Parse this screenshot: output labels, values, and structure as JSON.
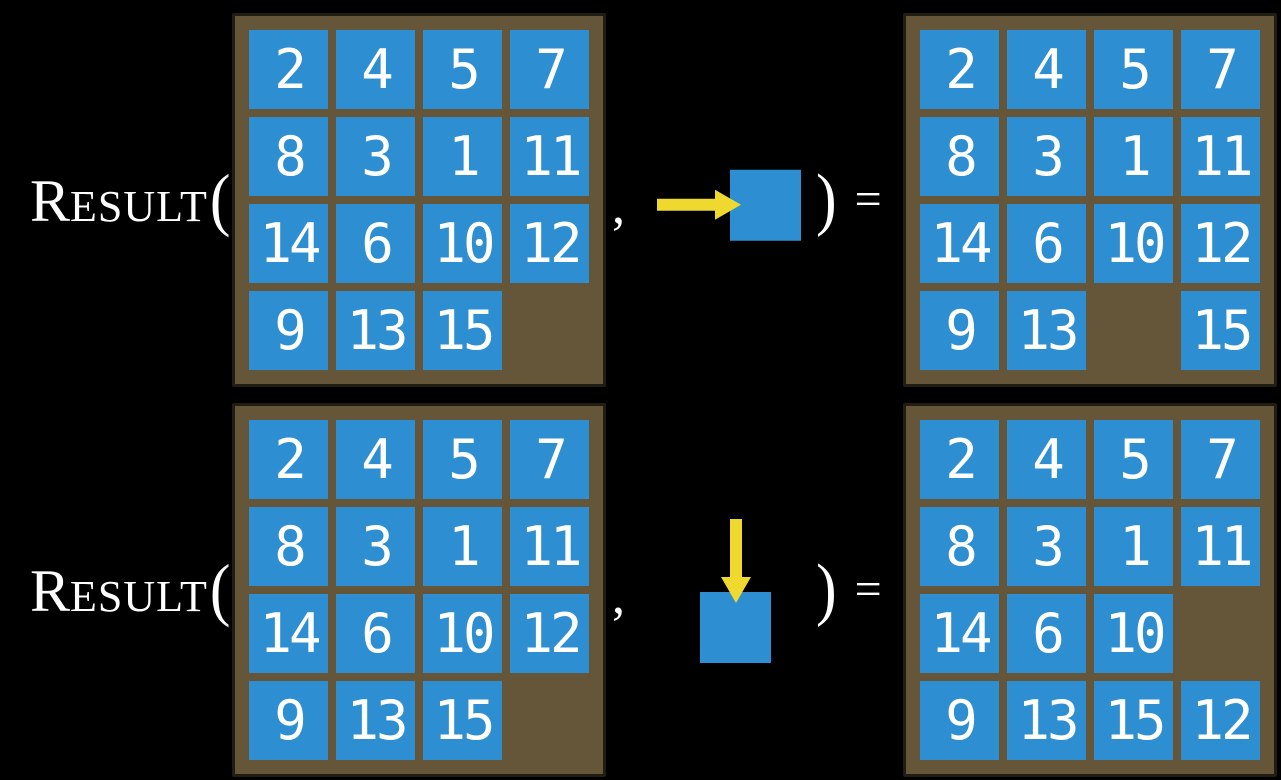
{
  "figure": {
    "description": "Two worked examples of the RESULT function applied to a 15-puzzle sliding-tile board",
    "board_rows": 4,
    "board_cols": 4
  },
  "colors": {
    "background": "#000000",
    "board": "#655639",
    "board_border": "#221d13",
    "tile": "#2d8ed2",
    "tile_text": "#ffffff",
    "arrow": "#f0d92e",
    "text": "#ffffff"
  },
  "function": {
    "name_cap": "R",
    "name_small_caps": "ESULT",
    "open_paren": "(",
    "comma": ",",
    "close_paren": ")",
    "equals": "="
  },
  "examples": [
    {
      "arrow_direction": "right",
      "input_grid": [
        [
          2,
          4,
          5,
          7
        ],
        [
          8,
          3,
          1,
          11
        ],
        [
          14,
          6,
          10,
          12
        ],
        [
          9,
          13,
          15,
          null
        ]
      ],
      "result_grid": [
        [
          2,
          4,
          5,
          7
        ],
        [
          8,
          3,
          1,
          11
        ],
        [
          14,
          6,
          10,
          12
        ],
        [
          9,
          13,
          null,
          15
        ]
      ]
    },
    {
      "arrow_direction": "down",
      "input_grid": [
        [
          2,
          4,
          5,
          7
        ],
        [
          8,
          3,
          1,
          11
        ],
        [
          14,
          6,
          10,
          12
        ],
        [
          9,
          13,
          15,
          null
        ]
      ],
      "result_grid": [
        [
          2,
          4,
          5,
          7
        ],
        [
          8,
          3,
          1,
          11
        ],
        [
          14,
          6,
          10,
          null
        ],
        [
          9,
          13,
          15,
          12
        ]
      ]
    }
  ]
}
